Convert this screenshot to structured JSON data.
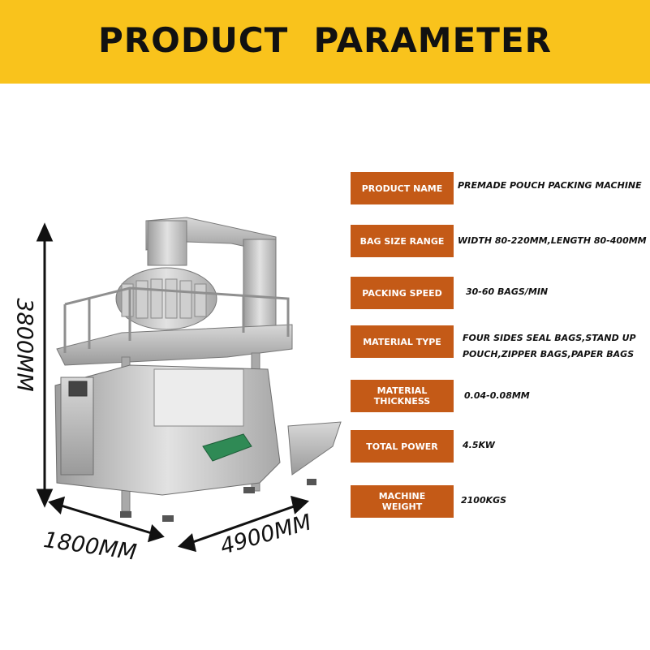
{
  "header": {
    "title": "PRODUCT  PARAMETER"
  },
  "dimensions": {
    "height": "3800MM",
    "depth": "1800MM",
    "width": "4900MM"
  },
  "parameters": [
    {
      "label": "PRODUCT NAME",
      "value_lines": [
        "PREMADE POUCH PACKING MACHINE"
      ]
    },
    {
      "label": "BAG SIZE RANGE",
      "value_lines": [
        "WIDTH 80-220MM,LENGTH 80-400MM"
      ]
    },
    {
      "label": "PACKING SPEED",
      "value_lines": [
        "30-60 BAGS/MIN"
      ]
    },
    {
      "label": "MATERIAL TYPE",
      "value_lines": [
        "FOUR SIDES SEAL BAGS,STAND UP",
        "POUCH,ZIPPER BAGS,PAPER BAGS"
      ]
    },
    {
      "label_lines": [
        "MATERIAL",
        "THICKNESS"
      ],
      "value_lines": [
        "0.04-0.08MM"
      ]
    },
    {
      "label": "TOTAL POWER",
      "value_lines": [
        "4.5KW"
      ]
    },
    {
      "label_lines": [
        "MACHINE",
        "WEIGHT"
      ],
      "value_lines": [
        "2100KGS"
      ]
    }
  ],
  "colors": {
    "banner": "#f9c31c",
    "label_background": "#c45a17",
    "label_text": "#ffffff",
    "text": "#111111"
  }
}
